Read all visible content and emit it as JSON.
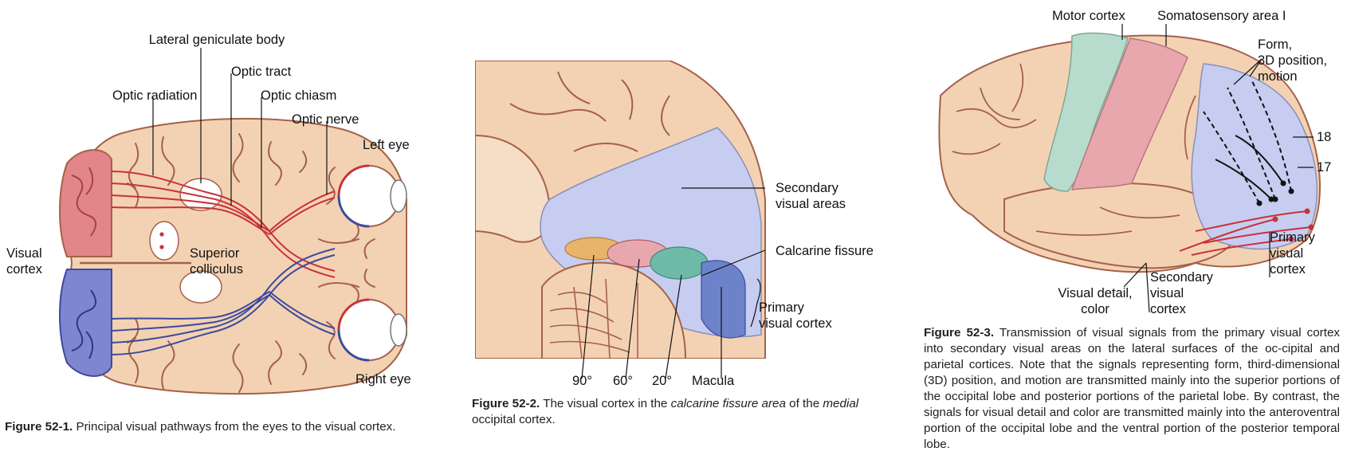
{
  "figure1": {
    "labels": {
      "lateral_geniculate_body": "Lateral geniculate body",
      "optic_tract": "Optic tract",
      "optic_radiation": "Optic radiation",
      "optic_chiasm": "Optic chiasm",
      "optic_nerve": "Optic nerve",
      "left_eye": "Left eye",
      "right_eye": "Right eye",
      "visual_cortex": "Visual\ncortex",
      "superior_colliculus": "Superior\ncolliculus"
    },
    "caption": {
      "number": "Figure 52-1.",
      "text": "Principal visual pathways from the eyes to the visual cortex."
    }
  },
  "figure2": {
    "labels": {
      "secondary_visual_areas": "Secondary\nvisual areas",
      "calcarine_fissure": "Calcarine fissure",
      "primary_visual_cortex": "Primary\nvisual cortex",
      "deg90": "90°",
      "deg60": "60°",
      "deg20": "20°",
      "macula": "Macula"
    },
    "caption": {
      "number": "Figure 52-2.",
      "text_a": "The visual cortex in the ",
      "text_b_italic": "calcarine fissure area",
      "text_c": " of the ",
      "text_d_italic": "medial",
      "text_e": " occipital cortex."
    }
  },
  "figure3": {
    "labels": {
      "motor_cortex": "Motor cortex",
      "somatosensory_area_i": "Somatosensory area I",
      "form_3d_motion": "Form,\n3D position,\nmotion",
      "area18": "18",
      "area17": "17",
      "primary_visual_cortex": "Primary\nvisual\ncortex",
      "secondary_visual_cortex": "Secondary\nvisual\ncortex",
      "visual_detail_color": "Visual detail,\ncolor"
    },
    "caption": {
      "number": "Figure 52-3.",
      "text": "Transmission of visual signals from the primary visual cortex into secondary visual areas on the lateral surfaces of the oc-cipital and parietal cortices. Note that the signals representing form, third-dimensional (3D) position, and motion are transmitted mainly into the superior portions of the occipital lobe and posterior portions of the parietal lobe. By contrast, the signals for visual detail and color are transmitted mainly into the anteroventral portion of the occipital lobe and the ventral portion of the posterior temporal lobe."
    }
  },
  "colors": {
    "brain_tan": "#f3d2b3",
    "gyri_line": "#a5614a",
    "red_pathway": "#c8323a",
    "blue_pathway": "#3d4a9c",
    "red_cortex": "#e2868a",
    "blue_cortex": "#7e86cf",
    "lavender": "#c7cdf0",
    "mint": "#b7dccd",
    "pink": "#e7a7ad",
    "orange_band": "#e7b46a",
    "teal_band": "#6fb9a8",
    "primary_blue": "#6c83c9"
  }
}
